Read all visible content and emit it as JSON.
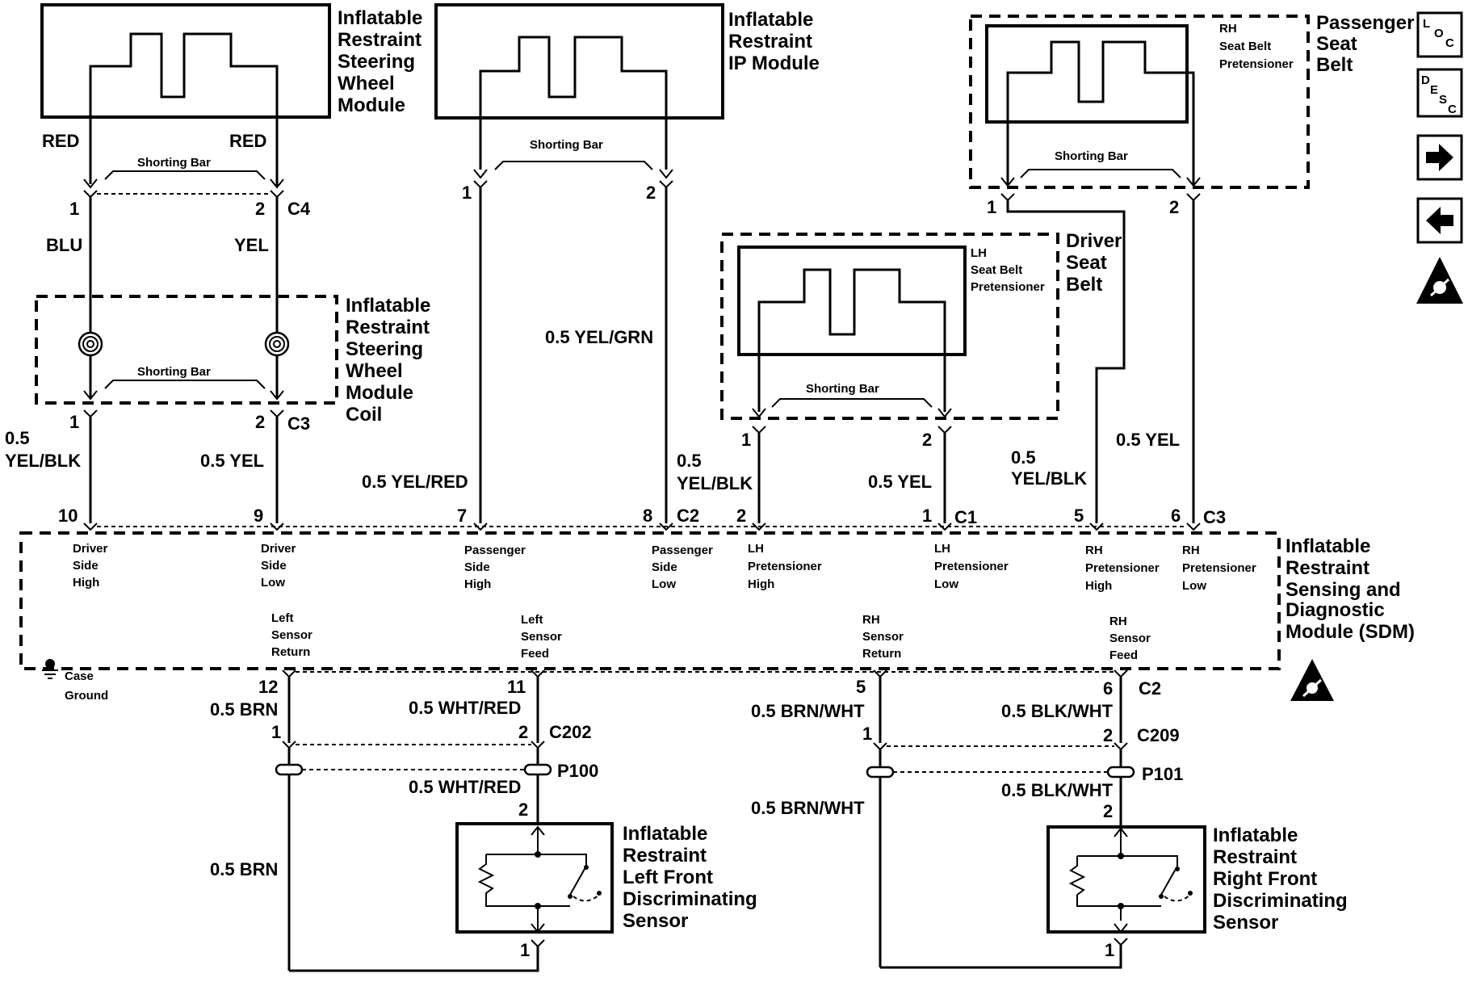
{
  "components": {
    "steering_module": [
      "Inflatable",
      "Restraint",
      "Steering",
      "Wheel",
      "Module"
    ],
    "ip_module": [
      "Inflatable",
      "Restraint",
      "IP Module"
    ],
    "passenger_belt": [
      "Passenger",
      "Seat",
      "Belt"
    ],
    "rh_pretensioner": [
      "RH",
      "Seat Belt",
      "Pretensioner"
    ],
    "driver_belt": [
      "Driver",
      "Seat",
      "Belt"
    ],
    "lh_pretensioner": [
      "LH",
      "Seat Belt",
      "Pretensioner"
    ],
    "coil": [
      "Inflatable",
      "Restraint",
      "Steering",
      "Wheel",
      "Module",
      "Coil"
    ],
    "sdm": [
      "Inflatable",
      "Restraint",
      "Sensing and",
      "Diagnostic",
      "Module (SDM)"
    ],
    "left_sensor": [
      "Inflatable",
      "Restraint",
      "Left Front",
      "Discriminating",
      "Sensor"
    ],
    "right_sensor": [
      "Inflatable",
      "Restraint",
      "Right Front",
      "Discriminating",
      "Sensor"
    ]
  },
  "shorting_bar": "Shorting Bar",
  "wires": {
    "red_l": "RED",
    "red_r": "RED",
    "blu": "BLU",
    "yel": "YEL",
    "yel_blk_a1": "0.5",
    "yel_blk_a2": "YEL/BLK",
    "yel_05": "0.5 YEL",
    "yel_red": "0.5 YEL/RED",
    "yel_grn": "0.5 YEL/GRN",
    "yel_blk_b1": "0.5",
    "yel_blk_b2": "YEL/BLK",
    "yel_lh": "0.5 YEL",
    "yel_blk_c1": "0.5",
    "yel_blk_c2": "YEL/BLK",
    "yel_rh": "0.5 YEL",
    "brn_a": "0.5 BRN",
    "brn_b": "0.5 BRN",
    "wht_red_a": "0.5 WHT/RED",
    "wht_red_b": "0.5 WHT/RED",
    "brn_wht_a": "0.5 BRN/WHT",
    "brn_wht_b": "0.5 BRN/WHT",
    "blk_wht_a": "0.5 BLK/WHT",
    "blk_wht_b": "0.5 BLK/WHT"
  },
  "pins": {
    "c4_1": "1",
    "c4_2": "2",
    "c3a_1": "1",
    "c3a_2": "2",
    "ip_1": "1",
    "ip_2": "2",
    "lh_1": "1",
    "lh_2": "2",
    "rh_1": "1",
    "rh_2": "2",
    "sdm_10": "10",
    "sdm_9": "9",
    "sdm_7": "7",
    "sdm_8": "8",
    "sdm_c1_2": "2",
    "sdm_c1_1": "1",
    "sdm_5": "5",
    "sdm_6": "6",
    "sdm_12": "12",
    "sdm_11": "11",
    "sdm_b5": "5",
    "sdm_b6": "6",
    "c202_1": "1",
    "c202_2": "2",
    "c209_1": "1",
    "c209_2": "2",
    "ls_2": "2",
    "ls_1": "1",
    "rs_2": "2",
    "rs_1": "1"
  },
  "connectors": {
    "c4": "C4",
    "c3_coil": "C3",
    "c2_top": "C2",
    "c1": "C1",
    "c3_top": "C3",
    "c2_bottom": "C2",
    "c202": "C202",
    "c209": "C209",
    "p100": "P100",
    "p101": "P101"
  },
  "sdm_terminals": [
    [
      "Driver",
      "Side",
      "High"
    ],
    [
      "Driver",
      "Side",
      "Low"
    ],
    [
      "Passenger",
      "Side",
      "High"
    ],
    [
      "Passenger",
      "Side",
      "Low"
    ],
    [
      "LH",
      "Pretensioner",
      "High"
    ],
    [
      "LH",
      "Pretensioner",
      "Low"
    ],
    [
      "RH",
      "Pretensioner",
      "High"
    ],
    [
      "RH",
      "Pretensioner",
      "Low"
    ]
  ],
  "sdm_sensor_terminals": [
    [
      "Left",
      "Sensor",
      "Return"
    ],
    [
      "Left",
      "Sensor",
      "Feed"
    ],
    [
      "RH",
      "Sensor",
      "Return"
    ],
    [
      "RH",
      "Sensor",
      "Feed"
    ]
  ],
  "case_ground": [
    "Case",
    "Ground"
  ],
  "nav": {
    "loc": {
      "a": "L",
      "b": "O",
      "c": "C"
    },
    "desc": {
      "a": "D",
      "b": "E",
      "c": "S",
      "d": "C"
    },
    "next_icon": "arrow-right-icon",
    "prev_icon": "arrow-left-icon",
    "esd_icon": "esd-warning-icon"
  }
}
